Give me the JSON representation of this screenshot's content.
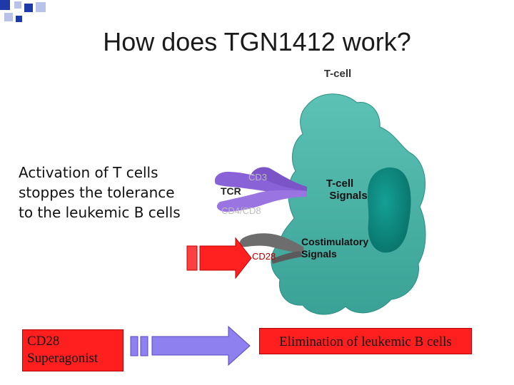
{
  "title": "How does TGN1412 work?",
  "body_text": "Activation of T cells stoppes the tolerance to the leukemic B cells",
  "diagram": {
    "cell_label": "T-cell",
    "cd3_label": "CD3",
    "tcr_label": "TCR",
    "cd4cd8_label": "CD4/CD8",
    "cd28_label": "CD28",
    "signals_line1": "T-cell",
    "signals_line2": "Signals",
    "costim_line1": "Costimulatory",
    "costim_line2": "Signals"
  },
  "superagonist_line1": "CD28",
  "superagonist_line2": "Superagonist",
  "elimination_text": "Elimination of leukemic B cells",
  "colors": {
    "title_bullet": "#1f3aa8",
    "cell_fill": "#4fb4a8",
    "nucleus_fill": "#0e8a80",
    "tcr_fill": "#8a62d8",
    "cd28_fill": "#6d6d6d",
    "red_box": "#ff1f1f",
    "big_arrow": "#8f80f0"
  }
}
